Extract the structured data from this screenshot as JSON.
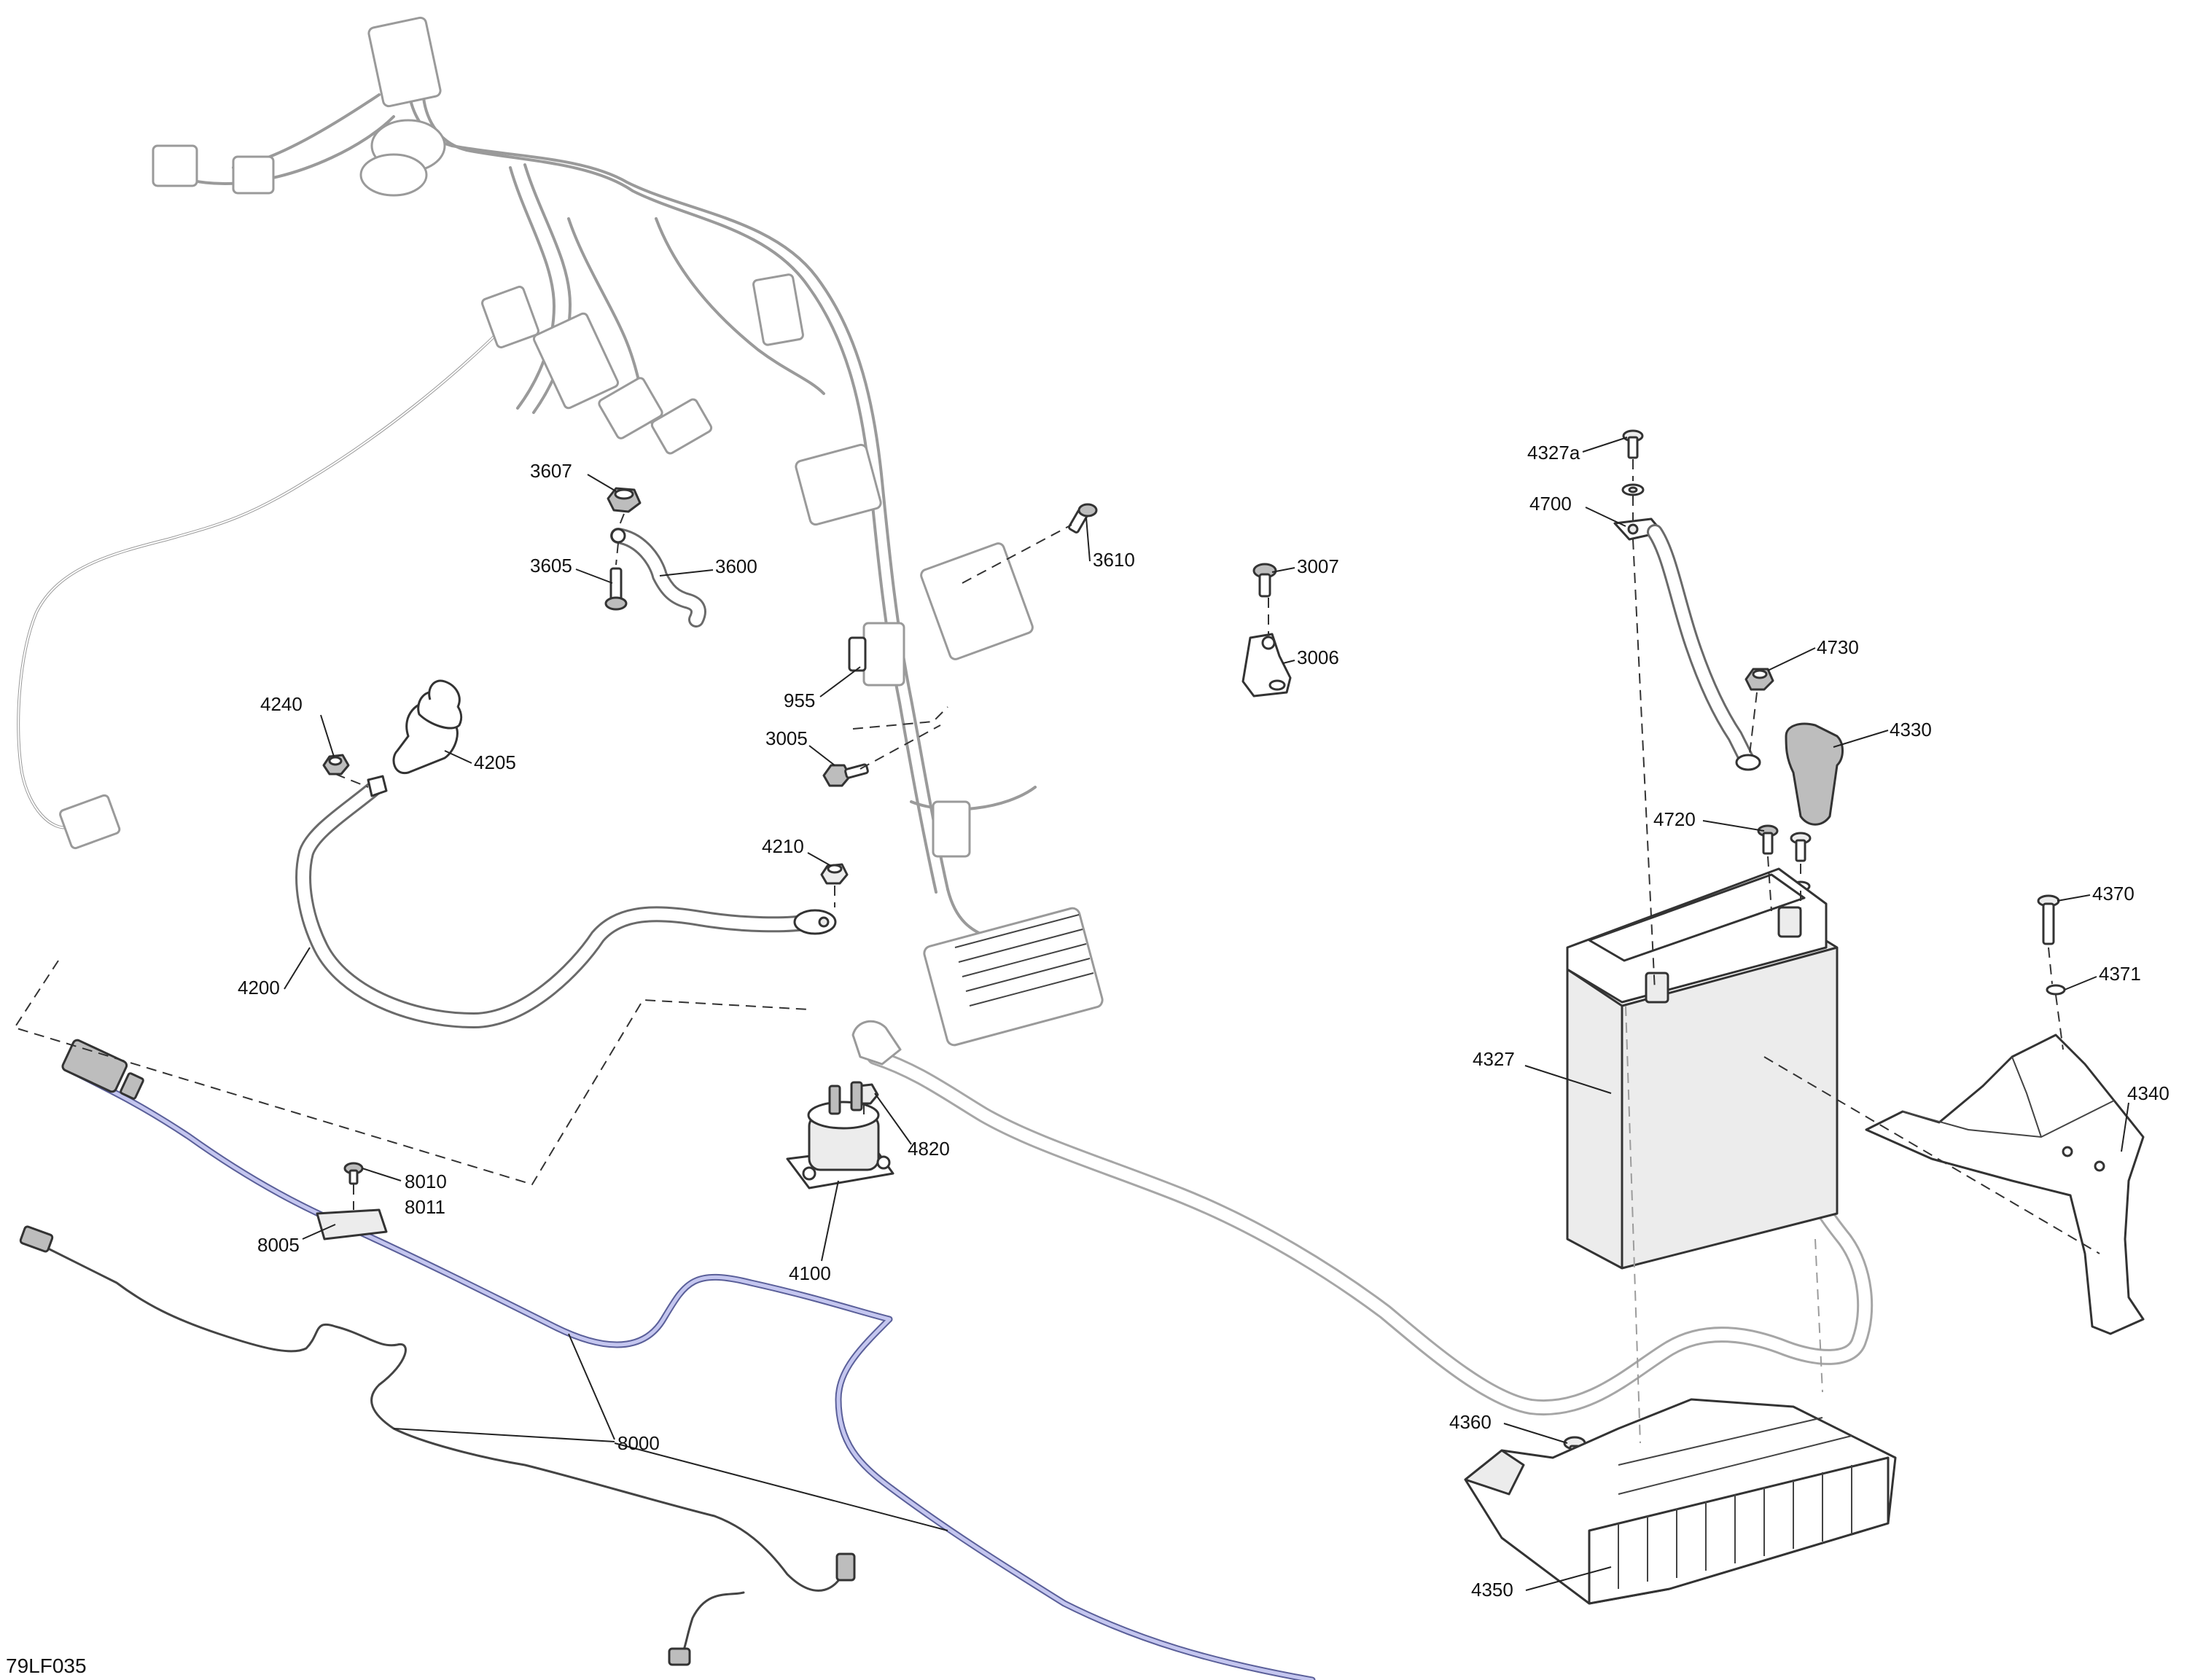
{
  "figure_code": "79LF035",
  "callouts": {
    "c3607": "3607",
    "c3605": "3605",
    "c3600": "3600",
    "c3610": "3610",
    "c3007": "3007",
    "c3006": "3006",
    "c955": "955",
    "c3005": "3005",
    "c4240": "4240",
    "c4205": "4205",
    "c4210": "4210",
    "c4200": "4200",
    "c4820": "4820",
    "c4100": "4100",
    "c8010": "8010",
    "c8011": "8011",
    "c8005": "8005",
    "c8000": "8000",
    "c4327a": "4327a",
    "c4700": "4700",
    "c4730": "4730",
    "c4330": "4330",
    "c4720": "4720",
    "c4370": "4370",
    "c4371": "4371",
    "c4327": "4327",
    "c4340": "4340",
    "c4360": "4360",
    "c4350": "4350"
  }
}
